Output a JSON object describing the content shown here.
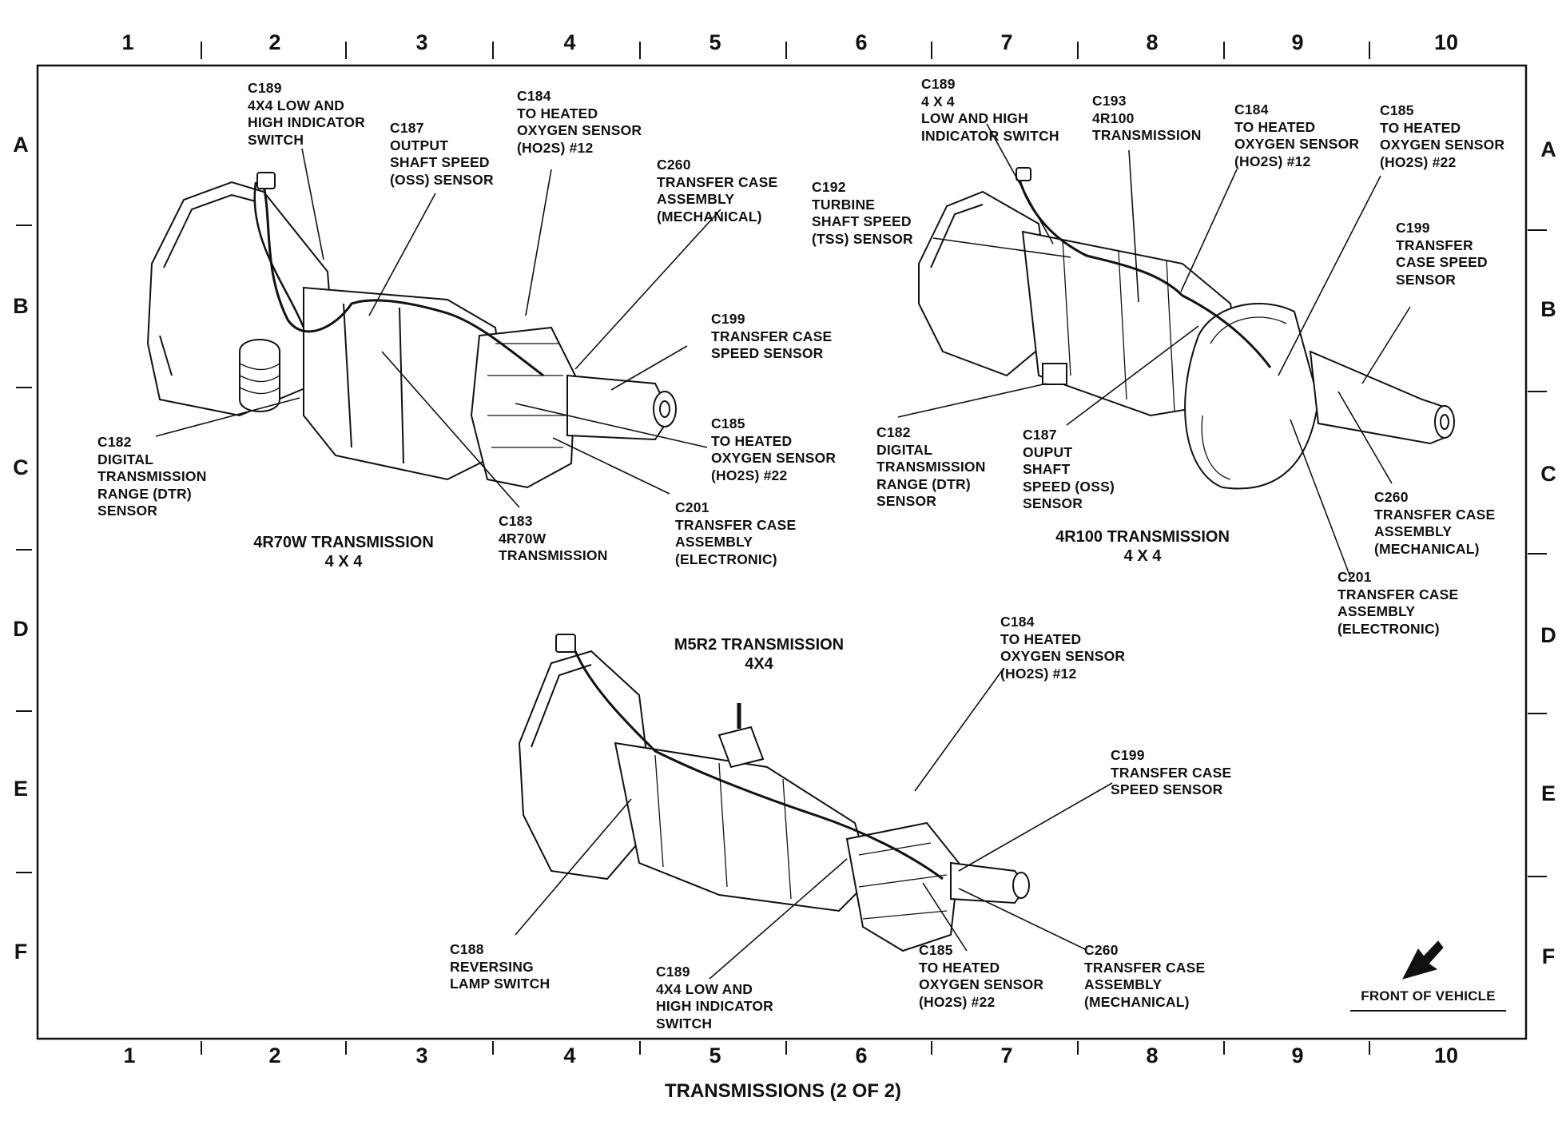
{
  "grid": {
    "columns": [
      "1",
      "2",
      "3",
      "4",
      "5",
      "6",
      "7",
      "8",
      "9",
      "10"
    ],
    "rows": [
      "A",
      "B",
      "C",
      "D",
      "E",
      "F"
    ]
  },
  "transmissions": [
    {
      "title": "4R70W TRANSMISSION\n4 X 4"
    },
    {
      "title": "4R100 TRANSMISSION\n4 X 4"
    },
    {
      "title": "M5R2 TRANSMISSION\n4X4"
    }
  ],
  "callouts_4r70w": [
    {
      "text": "C189\n4X4 LOW AND\nHIGH INDICATOR\nSWITCH"
    },
    {
      "text": "C187\nOUTPUT\nSHAFT SPEED\n(OSS) SENSOR"
    },
    {
      "text": "C184\nTO HEATED\nOXYGEN SENSOR\n(HO2S) #12"
    },
    {
      "text": "C260\nTRANSFER CASE\nASSEMBLY\n(MECHANICAL)"
    },
    {
      "text": "C199\nTRANSFER CASE\nSPEED SENSOR"
    },
    {
      "text": "C185\nTO HEATED\nOXYGEN SENSOR\n(HO2S) #22"
    },
    {
      "text": "C201\nTRANSFER CASE\nASSEMBLY\n(ELECTRONIC)"
    },
    {
      "text": "C183\n4R70W\nTRANSMISSION"
    },
    {
      "text": "C182\nDIGITAL\nTRANSMISSION\nRANGE (DTR)\nSENSOR"
    }
  ],
  "callouts_4r100": [
    {
      "text": "C189\n4 X 4\nLOW AND HIGH\nINDICATOR SWITCH"
    },
    {
      "text": "C193\n4R100\nTRANSMISSION"
    },
    {
      "text": "C184\nTO HEATED\nOXYGEN SENSOR\n(HO2S) #12"
    },
    {
      "text": "C185\nTO HEATED\nOXYGEN SENSOR\n(HO2S) #22"
    },
    {
      "text": "C192\nTURBINE\nSHAFT SPEED\n(TSS) SENSOR"
    },
    {
      "text": "C199\nTRANSFER\nCASE SPEED\nSENSOR"
    },
    {
      "text": "C182\nDIGITAL\nTRANSMISSION\nRANGE (DTR)\nSENSOR"
    },
    {
      "text": "C187\nOUPUT\nSHAFT\nSPEED (OSS)\nSENSOR"
    },
    {
      "text": "C260\nTRANSFER CASE\nASSEMBLY\n(MECHANICAL)"
    },
    {
      "text": "C201\nTRANSFER CASE\nASSEMBLY\n(ELECTRONIC)"
    }
  ],
  "callouts_m5r2": [
    {
      "text": "C184\nTO HEATED\nOXYGEN SENSOR\n(HO2S) #12"
    },
    {
      "text": "C199\nTRANSFER CASE\nSPEED SENSOR"
    },
    {
      "text": "C188\nREVERSING\nLAMP SWITCH"
    },
    {
      "text": "C189\n4X4 LOW AND\nHIGH INDICATOR\nSWITCH"
    },
    {
      "text": "C185\nTO HEATED\nOXYGEN SENSOR\n(HO2S) #22"
    },
    {
      "text": "C260\nTRANSFER CASE\nASSEMBLY\n(MECHANICAL)"
    }
  ],
  "front_of_vehicle": "FRONT OF VEHICLE",
  "page_title": "TRANSMISSIONS (2 OF 2)"
}
